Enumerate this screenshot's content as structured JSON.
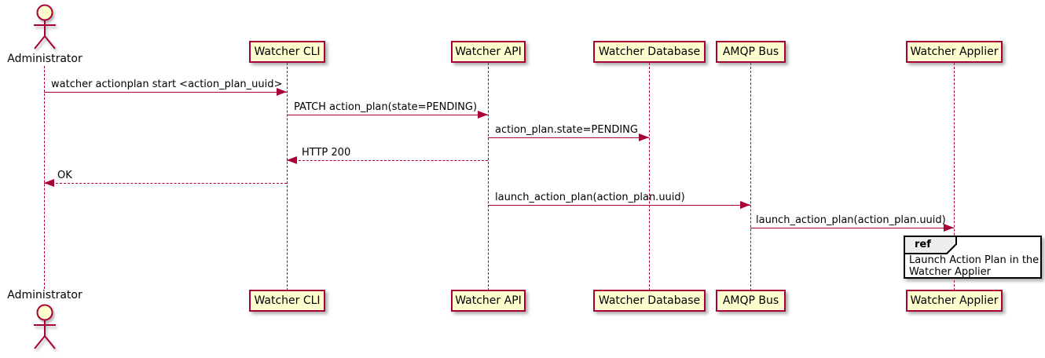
{
  "diagram": {
    "type": "sequence",
    "actor": {
      "name": "Administrator"
    },
    "participants": [
      {
        "name": "Watcher CLI"
      },
      {
        "name": "Watcher API"
      },
      {
        "name": "Watcher Database"
      },
      {
        "name": "AMQP Bus"
      },
      {
        "name": "Watcher Applier"
      }
    ],
    "messages": [
      {
        "from": "Administrator",
        "to": "Watcher CLI",
        "label": "watcher actionplan start <action_plan_uuid>",
        "style": "solid",
        "direction": "right"
      },
      {
        "from": "Watcher CLI",
        "to": "Watcher API",
        "label": "PATCH action_plan(state=PENDING)",
        "style": "solid",
        "direction": "right"
      },
      {
        "from": "Watcher API",
        "to": "Watcher Database",
        "label": "action_plan.state=PENDING",
        "style": "solid",
        "direction": "right"
      },
      {
        "from": "Watcher API",
        "to": "Watcher CLI",
        "label": "HTTP 200",
        "style": "dashed",
        "direction": "left"
      },
      {
        "from": "Watcher CLI",
        "to": "Administrator",
        "label": "OK",
        "style": "dashed",
        "direction": "left"
      },
      {
        "from": "Watcher API",
        "to": "AMQP Bus",
        "label": "launch_action_plan(action_plan.uuid)",
        "style": "solid",
        "direction": "right"
      },
      {
        "from": "AMQP Bus",
        "to": "Watcher Applier",
        "label": "launch_action_plan(action_plan.uuid)",
        "style": "solid",
        "direction": "right"
      }
    ],
    "ref": {
      "keyword": "ref",
      "over": "Watcher Applier",
      "text_line1": "Launch Action Plan in the",
      "text_line2": "Watcher Applier"
    },
    "colors": {
      "stroke": "#A80036",
      "participant_fill": "#FEFECE",
      "text": "#000000",
      "ref_border": "#000000",
      "ref_header_fill": "#EEEEEE"
    }
  }
}
